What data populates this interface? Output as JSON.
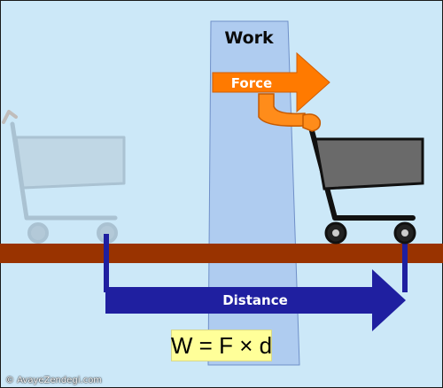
{
  "labels": {
    "work": "Work",
    "force": "Force",
    "distance": "Distance"
  },
  "formula": "W = F × d",
  "watermark": "© AvayeZendegi.com",
  "colors": {
    "background": "#cce8f8",
    "floor": "#993300",
    "work_band": "#a9c7ef",
    "force_arrow": "#ff7a00",
    "distance_arrow": "#1f1fa0",
    "cart_faded": "#a8bccc",
    "cart_dark": "#6a6a6a",
    "formula_bg": "#ffff99"
  },
  "icons": [
    "shopping-cart-faded",
    "shopping-cart",
    "arm-hand"
  ]
}
